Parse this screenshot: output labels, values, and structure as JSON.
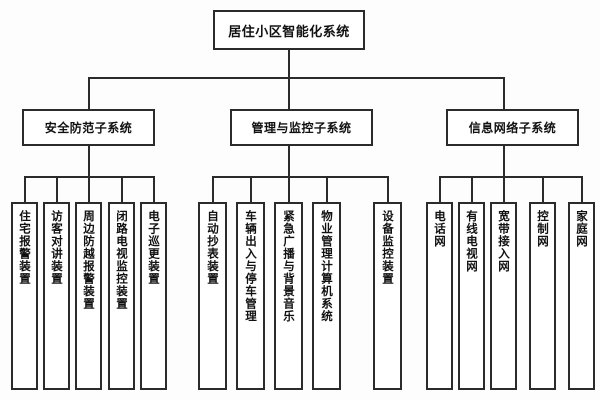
{
  "diagram": {
    "title": "居住小区智能化系统",
    "type": "hierarchy-tree",
    "root": {
      "label": "居住小区智能化系统"
    },
    "branches": [
      {
        "label": "安全防范子系统",
        "leaves": [
          {
            "label": "住宅报警装置"
          },
          {
            "label": "访客对讲装置"
          },
          {
            "label": "周边防越报警装置"
          },
          {
            "label": "闭路电视监控装置"
          },
          {
            "label": "电子巡更装置"
          }
        ]
      },
      {
        "label": "管理与监控子系统",
        "leaves": [
          {
            "label": "自动抄表装置"
          },
          {
            "label": "车辆出入与停车管理"
          },
          {
            "label": "紧急广播与背景音乐"
          },
          {
            "label": "物业管理计算机系统"
          },
          {
            "label": "设备监控装置"
          }
        ]
      },
      {
        "label": "信息网络子系统",
        "leaves": [
          {
            "label": "电话网"
          },
          {
            "label": "有线电视网"
          },
          {
            "label": "宽带接入网"
          },
          {
            "label": "控制网"
          },
          {
            "label": "家庭网"
          }
        ]
      }
    ],
    "colors": {
      "line": "#2b2b2b",
      "box_border": "#2b2b2b",
      "box_fill": "#ffffff",
      "text": "#111111",
      "background": "#fdfdfd"
    }
  }
}
